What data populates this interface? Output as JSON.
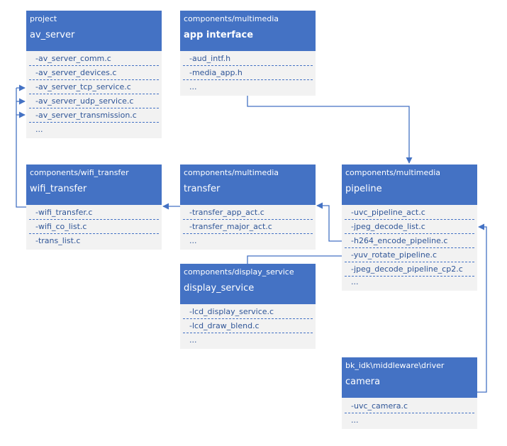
{
  "boxes": {
    "av_server": {
      "path": "project",
      "name": "av_server",
      "files": [
        "-av_server_comm.c",
        "-av_server_devices.c",
        "-av_server_tcp_service.c",
        "-av_server_udp_service.c",
        "-av_server_transmission.c",
        "..."
      ]
    },
    "app_interface": {
      "path": "components/multimedia",
      "name": "app interface",
      "files": [
        "-aud_intf.h",
        "-media_app.h",
        "..."
      ]
    },
    "wifi_transfer": {
      "path": "components/wifi_transfer",
      "name": "wifi_transfer",
      "files": [
        "-wifi_transfer.c",
        "-wifi_co_list.c",
        "-trans_list.c"
      ]
    },
    "transfer": {
      "path": "components/multimedia",
      "name": "transfer",
      "files": [
        "-transfer_app_act.c",
        "-transfer_major_act.c",
        "..."
      ]
    },
    "pipeline": {
      "path": "components/multimedia",
      "name": "pipeline",
      "files": [
        "-uvc_pipeline_act.c",
        "-jpeg_decode_list.c",
        "-h264_encode_pipeline.c",
        "-yuv_rotate_pipeline.c",
        "-jpeg_decode_pipeline_cp2.c",
        "..."
      ]
    },
    "display_service": {
      "path": "components/display_service",
      "name": "display_service",
      "files": [
        "-lcd_display_service.c",
        "-lcd_draw_blend.c",
        "..."
      ]
    },
    "camera": {
      "path": "bk_idk\\middleware\\driver",
      "name": "camera",
      "files": [
        "-uvc_camera.c",
        "..."
      ]
    }
  },
  "colors": {
    "header": "#4472c4",
    "body": "#f2f2f2",
    "connector": "#4472c4",
    "file_text": "#2f5597"
  }
}
